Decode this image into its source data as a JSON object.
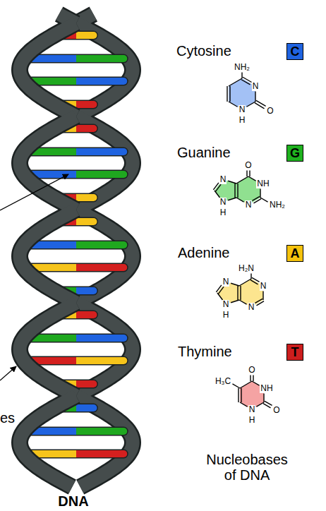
{
  "diagram": {
    "nodes": [
      {
        "text": [
          "C"
        ]
      },
      {
        "text": [
          "G"
        ]
      },
      {
        "text": [
          "A"
        ]
      },
      {
        "text": [
          "T"
        ]
      }
    ],
    "labels": [
      "Cytosine",
      "NH₂",
      "N",
      "O",
      "N",
      "H",
      "Guanine",
      "O",
      "N",
      "NH",
      "NH₂",
      "N",
      "N",
      "H",
      "Adenine",
      "H₂N",
      "N",
      "N",
      "N",
      "N",
      "H",
      "Thymine",
      "O",
      "H₃C",
      "NH",
      "O",
      "N",
      "H",
      "es",
      "DNA",
      "Nucleobases of DNA"
    ]
  }
}
